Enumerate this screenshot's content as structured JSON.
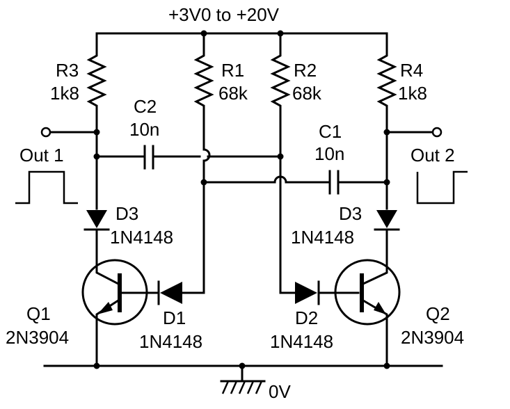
{
  "supply_label": "+3V0 to +20V",
  "ground_label": "0V",
  "outputs": {
    "out1": "Out 1",
    "out2": "Out 2"
  },
  "resistors": [
    {
      "ref": "R3",
      "value": "1k8"
    },
    {
      "ref": "R1",
      "value": "68k"
    },
    {
      "ref": "R2",
      "value": "68k"
    },
    {
      "ref": "R4",
      "value": "1k8"
    }
  ],
  "capacitors": [
    {
      "ref": "C2",
      "value": "10n"
    },
    {
      "ref": "C1",
      "value": "10n"
    }
  ],
  "diodes": [
    {
      "ref": "D3",
      "part": "1N4148"
    },
    {
      "ref": "D3",
      "part": "1N4148"
    },
    {
      "ref": "D1",
      "part": "1N4148"
    },
    {
      "ref": "D2",
      "part": "1N4148"
    }
  ],
  "transistors": [
    {
      "ref": "Q1",
      "part": "2N3904"
    },
    {
      "ref": "Q2",
      "part": "2N3904"
    }
  ]
}
